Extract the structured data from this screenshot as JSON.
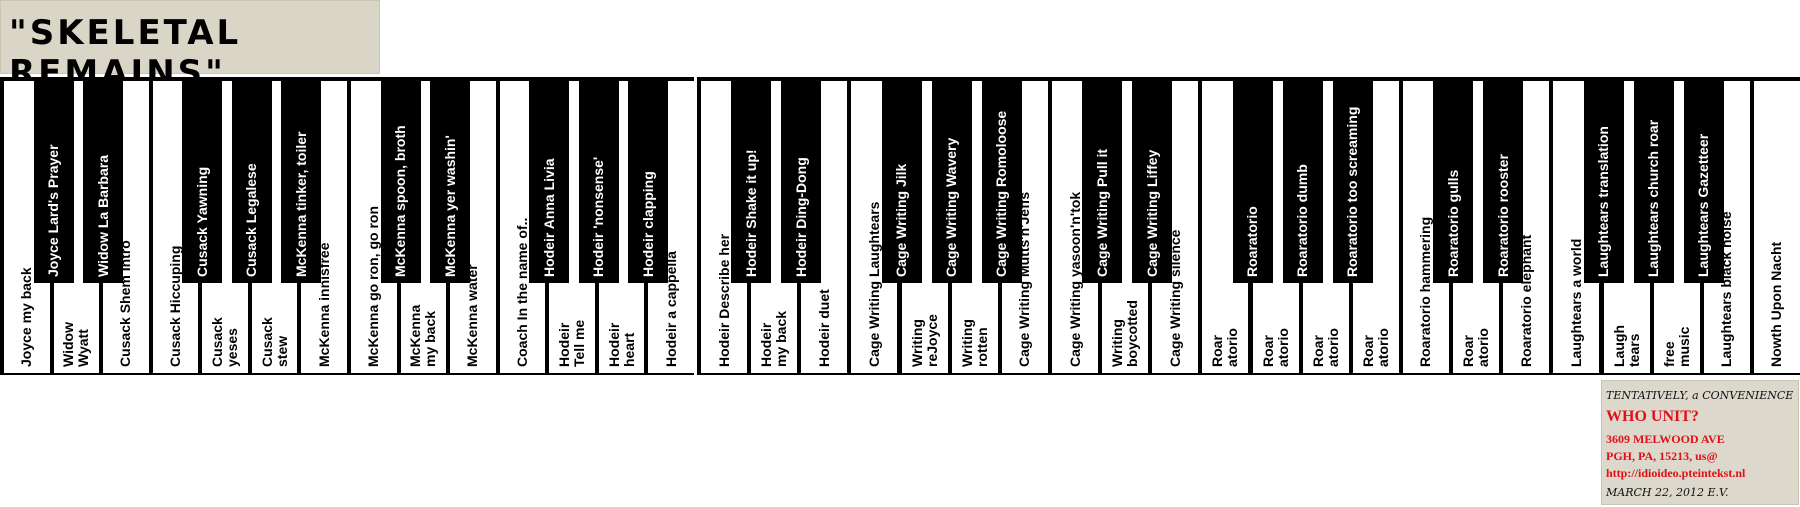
{
  "title": "\"SKELETAL REMAINS\"",
  "keyboards": [
    {
      "keys": [
        {
          "label": "Joyce my back",
          "color": "white"
        },
        {
          "label": "Joyce Lard's Prayer",
          "color": "black"
        },
        {
          "label": "Widow\nWyatt",
          "color": "white"
        },
        {
          "label": "Widow La Barbara",
          "color": "black"
        },
        {
          "label": "Cusack Shem Intro",
          "color": "white"
        },
        {
          "label": "Cusack Hiccuping",
          "color": "white"
        },
        {
          "label": "Cusack Yawning",
          "color": "black"
        },
        {
          "label": "Cusack\nyeses",
          "color": "white"
        },
        {
          "label": "Cusack Legalese",
          "color": "black"
        },
        {
          "label": "Cusack\nstew",
          "color": "white"
        },
        {
          "label": "McKenna tinker, toiler",
          "color": "black"
        },
        {
          "label": "McKenna innisfree",
          "color": "white"
        },
        {
          "label": "McKenna go ron, go ron",
          "color": "white"
        },
        {
          "label": "McKenna spoon, broth",
          "color": "black"
        },
        {
          "label": "McKenna\nmy back",
          "color": "white"
        },
        {
          "label": "McKenna yer washin'",
          "color": "black"
        },
        {
          "label": "McKenna water",
          "color": "white"
        },
        {
          "label": "Coach In the name of..",
          "color": "white"
        },
        {
          "label": "Hodeir Anna Livia",
          "color": "black"
        },
        {
          "label": "Hodeir\nTell me",
          "color": "white"
        },
        {
          "label": "Hodeir 'nonsense'",
          "color": "black"
        },
        {
          "label": "Hodeir\nheart",
          "color": "white"
        },
        {
          "label": "Hodeir clapping",
          "color": "black"
        },
        {
          "label": "Hodeir a cappella",
          "color": "white"
        }
      ]
    },
    {
      "keys": [
        {
          "label": "Hodeir Describe her",
          "color": "white"
        },
        {
          "label": "Hodeir Shake it up!",
          "color": "black"
        },
        {
          "label": "Hodeir\nmy back",
          "color": "white"
        },
        {
          "label": "Hodeir Ding-Dong",
          "color": "black"
        },
        {
          "label": "Hodeir duet",
          "color": "white"
        },
        {
          "label": "Cage Writing Laughtears",
          "color": "white"
        },
        {
          "label": "Cage Writing Jilk",
          "color": "black"
        },
        {
          "label": "Writing\nreJoyce",
          "color": "white"
        },
        {
          "label": "Cage Writing Wavery",
          "color": "black"
        },
        {
          "label": "Writing\nrotten",
          "color": "white"
        },
        {
          "label": "Cage Writing Romoloose",
          "color": "black"
        },
        {
          "label": "Cage Writing Mutts'n'Jeffs",
          "color": "white"
        },
        {
          "label": "Cage Writing yasoon'n'tok",
          "color": "white"
        },
        {
          "label": "Cage Writing Pull it",
          "color": "black"
        },
        {
          "label": "Writing\nboycotted",
          "color": "white"
        },
        {
          "label": "Cage Writing Liffey",
          "color": "black"
        },
        {
          "label": "Cage Writing silence",
          "color": "white"
        },
        {
          "label": "Roar\natorio",
          "color": "white"
        },
        {
          "label": "Roaratorio",
          "color": "black"
        },
        {
          "label": "Roar\natorio",
          "color": "white"
        },
        {
          "label": "Roaratorio dumb",
          "color": "black"
        },
        {
          "label": "Roar\natorio",
          "color": "white"
        },
        {
          "label": "Roaratorio too screaming",
          "color": "black"
        },
        {
          "label": "Roar\natorio",
          "color": "white"
        },
        {
          "label": "Roaratorio hammering",
          "color": "white"
        },
        {
          "label": "Roaratorio gulls",
          "color": "black"
        },
        {
          "label": "Roar\natorio",
          "color": "white"
        },
        {
          "label": "Roaratorio rooster",
          "color": "black"
        },
        {
          "label": "Roaratorio elephant",
          "color": "white"
        },
        {
          "label": "Laughtears a world",
          "color": "white"
        },
        {
          "label": "Laughtears translation",
          "color": "black"
        },
        {
          "label": "Laugh\ntears",
          "color": "white"
        },
        {
          "label": "Laughtears church roar",
          "color": "black"
        },
        {
          "label": "free\nmusic",
          "color": "white"
        },
        {
          "label": "Laughtears Gazetteer",
          "color": "black"
        },
        {
          "label": "Laughtears black noise",
          "color": "white"
        },
        {
          "label": "Nowth Upon Nacht",
          "color": "white"
        }
      ]
    }
  ],
  "info_card": {
    "line1": "TENTATIVELY, a CONVENIENCE",
    "line2": "WHO UNIT?",
    "line3": "3609 MELWOOD AVE",
    "line4": "PGH, PA, 15213, us@",
    "line5": "http://idioideo.pteintekst.nl",
    "line6": "MARCH 22, 2012 E.V."
  }
}
